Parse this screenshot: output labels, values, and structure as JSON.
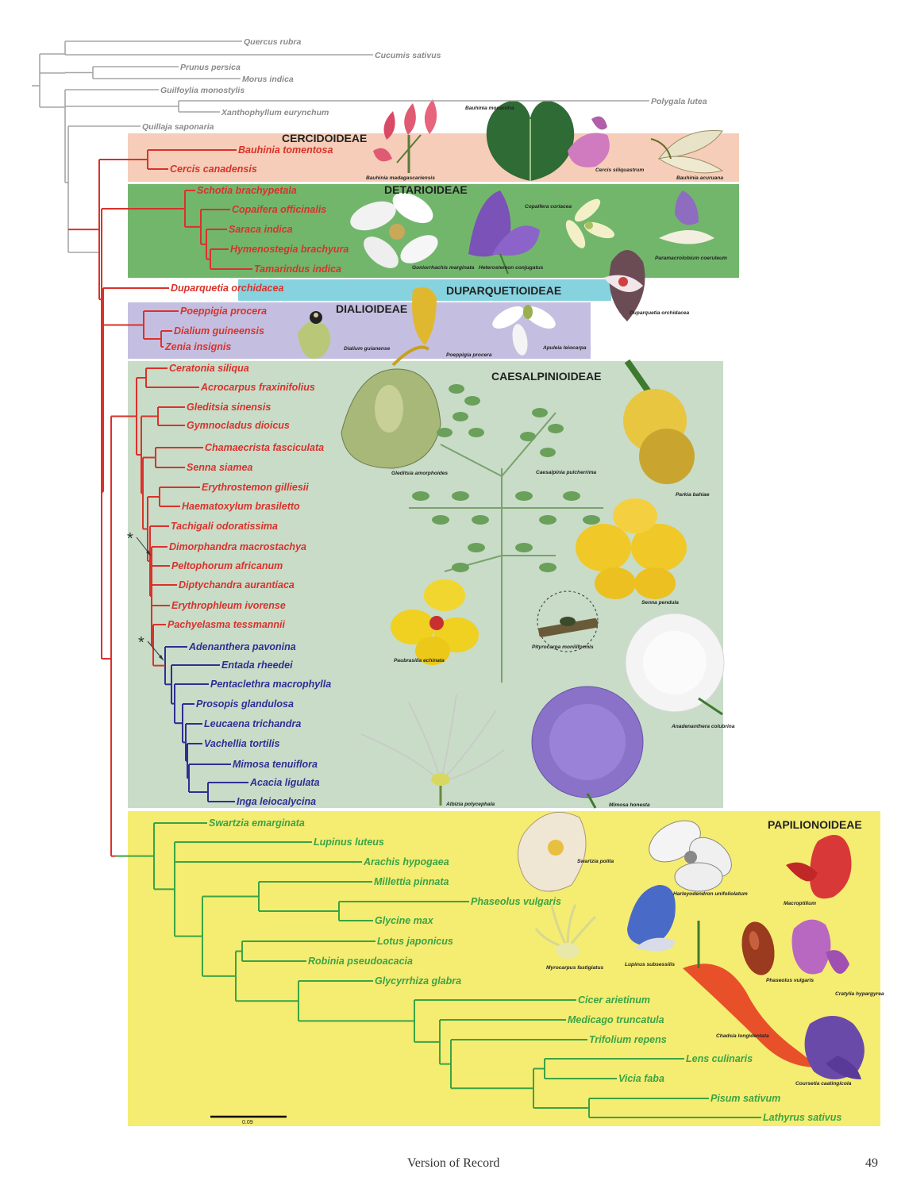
{
  "colors": {
    "outgroup": "#a6a6a6",
    "red": "#d9322b",
    "blue": "#2f2e93",
    "green": "#3aa444",
    "cercidoideae_bg": "#f6cdb8",
    "detarioideae_bg": "#72b66c",
    "duparquetioideae_bg": "#86d3df",
    "dialioideae_bg": "#c4bfe0",
    "caesalpinioideae_bg": "#c8dcc8",
    "papilionoideae_bg": "#f5ec72"
  },
  "subfamilies": [
    {
      "id": "cercidoideae",
      "label": "CERCIDOIDEAE"
    },
    {
      "id": "detarioideae",
      "label": "DETARIOIDEAE"
    },
    {
      "id": "duparquetioideae",
      "label": "DUPARQUETIOIDEAE"
    },
    {
      "id": "dialioideae",
      "label": "DIALIOIDEAE"
    },
    {
      "id": "caesalpinioideae",
      "label": "CAESALPINIOIDEAE"
    },
    {
      "id": "papilionoideae",
      "label": "PAPILIONOIDEAE"
    }
  ],
  "outgroups": [
    "Quercus rubra",
    "Cucumis sativus",
    "Prunus persica",
    "Morus indica",
    "Guilfoylia monostylis",
    "Xanthophyllum eurynchum",
    "Polygala lutea",
    "Quillaja saponaria"
  ],
  "taxa": {
    "cercidoideae": [
      "Bauhinia tomentosa",
      "Cercis canadensis"
    ],
    "detarioideae": [
      "Schotia  brachypetala",
      "Copaifera officinalis",
      "Saraca indica",
      "Hymenostegia brachyura",
      "Tamarindus indica"
    ],
    "duparquetioideae": [
      "Duparquetia orchidacea"
    ],
    "dialioideae": [
      "Poeppigia procera",
      "Dialium guineensis",
      "Zenia insignis"
    ],
    "caesalpinioideae_red": [
      "Ceratonia siliqua",
      "Acrocarpus fraxinifolius",
      "Gleditsia sinensis",
      "Gymnocladus dioicus",
      "Chamaecrista fasciculata",
      "Senna siamea",
      "Erythrostemon gilliesii",
      "Haematoxylum brasiletto",
      "Tachigali odoratissima",
      "Dimorphandra macrostachya",
      "Peltophorum africanum",
      "Diptychandra aurantiaca",
      "Erythrophleum ivorense",
      "Pachyelasma tessmannii"
    ],
    "caesalpinioideae_blue": [
      "Adenanthera pavonina",
      "Entada rheedei",
      "Pentaclethra macrophylla",
      "Prosopis glandulosa",
      "Leucaena trichandra",
      "Vachellia tortilis",
      "Mimosa tenuiflora",
      "Acacia ligulata",
      "Inga leiocalycina"
    ],
    "papilionoideae": [
      "Swartzia emarginata",
      "Lupinus luteus",
      "Arachis hypogaea",
      "Millettia pinnata",
      "Phaseolus vulgaris",
      "Glycine max",
      "Lotus japonicus",
      "Robinia pseudoacacia",
      "Glycyrrhiza glabra",
      "Cicer arietinum",
      "Medicago truncatula",
      "Trifolium repens",
      "Lens culinaris",
      "Vicia faba",
      "Pisum sativum",
      "Lathyrus sativus"
    ]
  },
  "photo_captions": [
    "Bauhinia monandra",
    "Bauhinia madagascariensis",
    "Cercis siliquastrum",
    "Bauhinia acuruana",
    "Goniorrhachis marginata",
    "Heterostemon conjugatus",
    "Copaifera coriacea",
    "Paramacrolobium coeruleum",
    "Duparquetia orchidacea",
    "Dialium guianense",
    "Poeppigia procera",
    "Apuleia leiocarpa",
    "Gleditsia amorphoides",
    "Caesalpinia pulcherrima",
    "Parkia bahiae",
    "Senna pendula",
    "Paubrasilia echinata",
    "Pityrocarpa moniliformis",
    "Anadenanthera colubrina",
    "Albizia polycephala",
    "Mimosa honesta",
    "Swartzia polita",
    "Harleyodendron unifoliolatum",
    "Macroptilium",
    "Myrocarpus fastigiatus",
    "Lupinus subsessilis",
    "Phaseolus vulgaris",
    "Cratylia hypargyrea",
    "Chadsia longidentata",
    "Coursetia caatingicola"
  ],
  "asterisk": "*",
  "scale_bar": "0.09",
  "footer": {
    "text": "Version of Record",
    "page": "49"
  }
}
